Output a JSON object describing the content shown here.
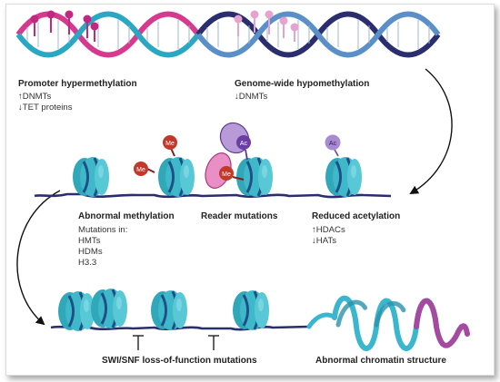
{
  "promoter": {
    "title": "Promoter hypermethylation",
    "line1": "↑DNMTs",
    "line2": "↓TET proteins"
  },
  "genome_wide": {
    "title": "Genome-wide hypomethylation",
    "line1": "↓DNMTs"
  },
  "abnormal_methylation": {
    "title": "Abnormal methylation",
    "intro": "Mutations in:",
    "items": [
      "HMTs",
      "HDMs",
      "H3.3"
    ]
  },
  "reader": {
    "title": "Reader mutations"
  },
  "reduced_acetylation": {
    "title": "Reduced acetylation",
    "line1": "↑HDACs",
    "line2": "↓HATs"
  },
  "swisnf": {
    "title": "SWI/SNF loss-of-function mutations"
  },
  "chromatin": {
    "title": "Abnormal chromatin structure"
  },
  "marks": {
    "me": "Me",
    "ac": "Ac"
  },
  "colors": {
    "nucleosome": "#3fb8c9",
    "nucleosome_band": "#1f4f87",
    "dna_strand": "#2a2d6e",
    "methyl_red": "#c0392b",
    "reader_purple": "#b89ad8",
    "reader_pink": "#e98fc6",
    "acetyl": "#a78ad1"
  }
}
